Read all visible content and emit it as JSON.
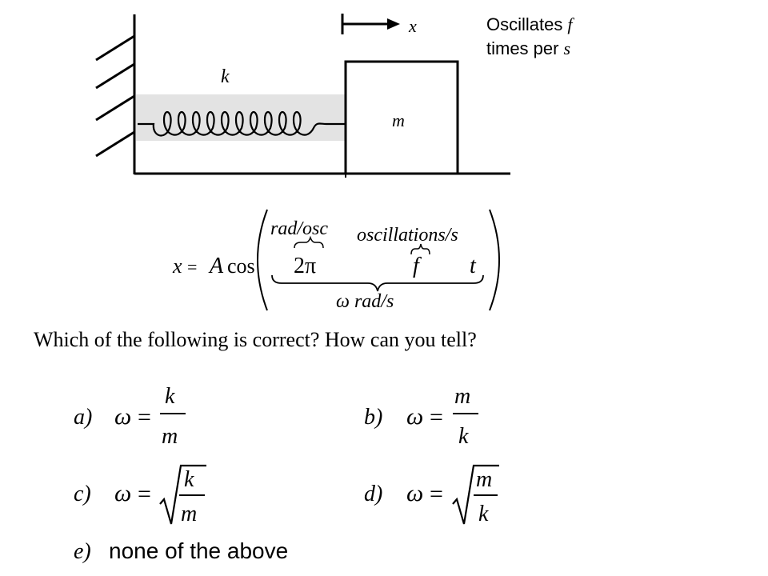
{
  "diagram": {
    "x_label": "x",
    "note_line1_text": "Oscillates",
    "note_line1_var": "f",
    "note_line2_text": "times per",
    "note_line2_var": "s",
    "spring_label": "k",
    "mass_label": "m"
  },
  "equation": {
    "lhs": "x",
    "equals": "=",
    "amplitude": "A",
    "cos": "cos",
    "rad_per_osc": "rad/osc",
    "two_pi": "2π",
    "osc_per_s": "oscillations/s",
    "f": "f",
    "t": "t",
    "omega_rad_s": "ω rad/s"
  },
  "question": {
    "text": "Which of the following is correct? How can you tell?"
  },
  "options": {
    "a": {
      "label": "a)",
      "lhs": "ω",
      "eq": "=",
      "num": "k",
      "den": "m"
    },
    "b": {
      "label": "b)",
      "lhs": "ω",
      "eq": "=",
      "num": "m",
      "den": "k"
    },
    "c": {
      "label": "c)",
      "lhs": "ω",
      "eq": "=",
      "num": "k",
      "den": "m"
    },
    "d": {
      "label": "d)",
      "lhs": "ω",
      "eq": "=",
      "num": "m",
      "den": "k"
    },
    "e": {
      "label": "e)",
      "text": "none of the above"
    }
  }
}
